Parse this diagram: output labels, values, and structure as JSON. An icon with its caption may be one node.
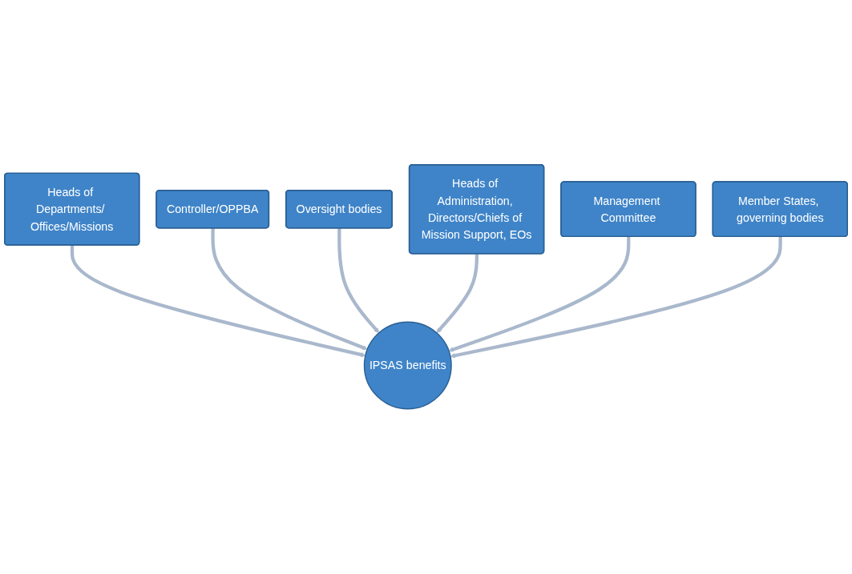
{
  "diagram": {
    "nodes": [
      {
        "text": [
          "Heads of Departments/ Offices/Missions"
        ]
      },
      {
        "text": [
          "Controller/OPPBA"
        ]
      },
      {
        "text": [
          "Oversight bodies"
        ]
      },
      {
        "text": [
          "Heads of Administration, Directors/Chiefs of Mission Support, EOs"
        ]
      },
      {
        "text": [
          "IPSAS benefits"
        ]
      },
      {
        "text": [
          "Management Committee"
        ]
      },
      {
        "text": [
          "Member States, governing bodies"
        ]
      }
    ],
    "edges": [
      {
        "from": 0,
        "to": 4,
        "arrow": "to"
      },
      {
        "from": 1,
        "to": 4,
        "arrow": "to"
      },
      {
        "from": 2,
        "to": 4,
        "arrow": "to"
      },
      {
        "from": 3,
        "to": 4,
        "arrow": "to"
      },
      {
        "from": 5,
        "to": 4,
        "arrow": "to"
      },
      {
        "from": 6,
        "to": 4,
        "arrow": "to"
      }
    ]
  }
}
